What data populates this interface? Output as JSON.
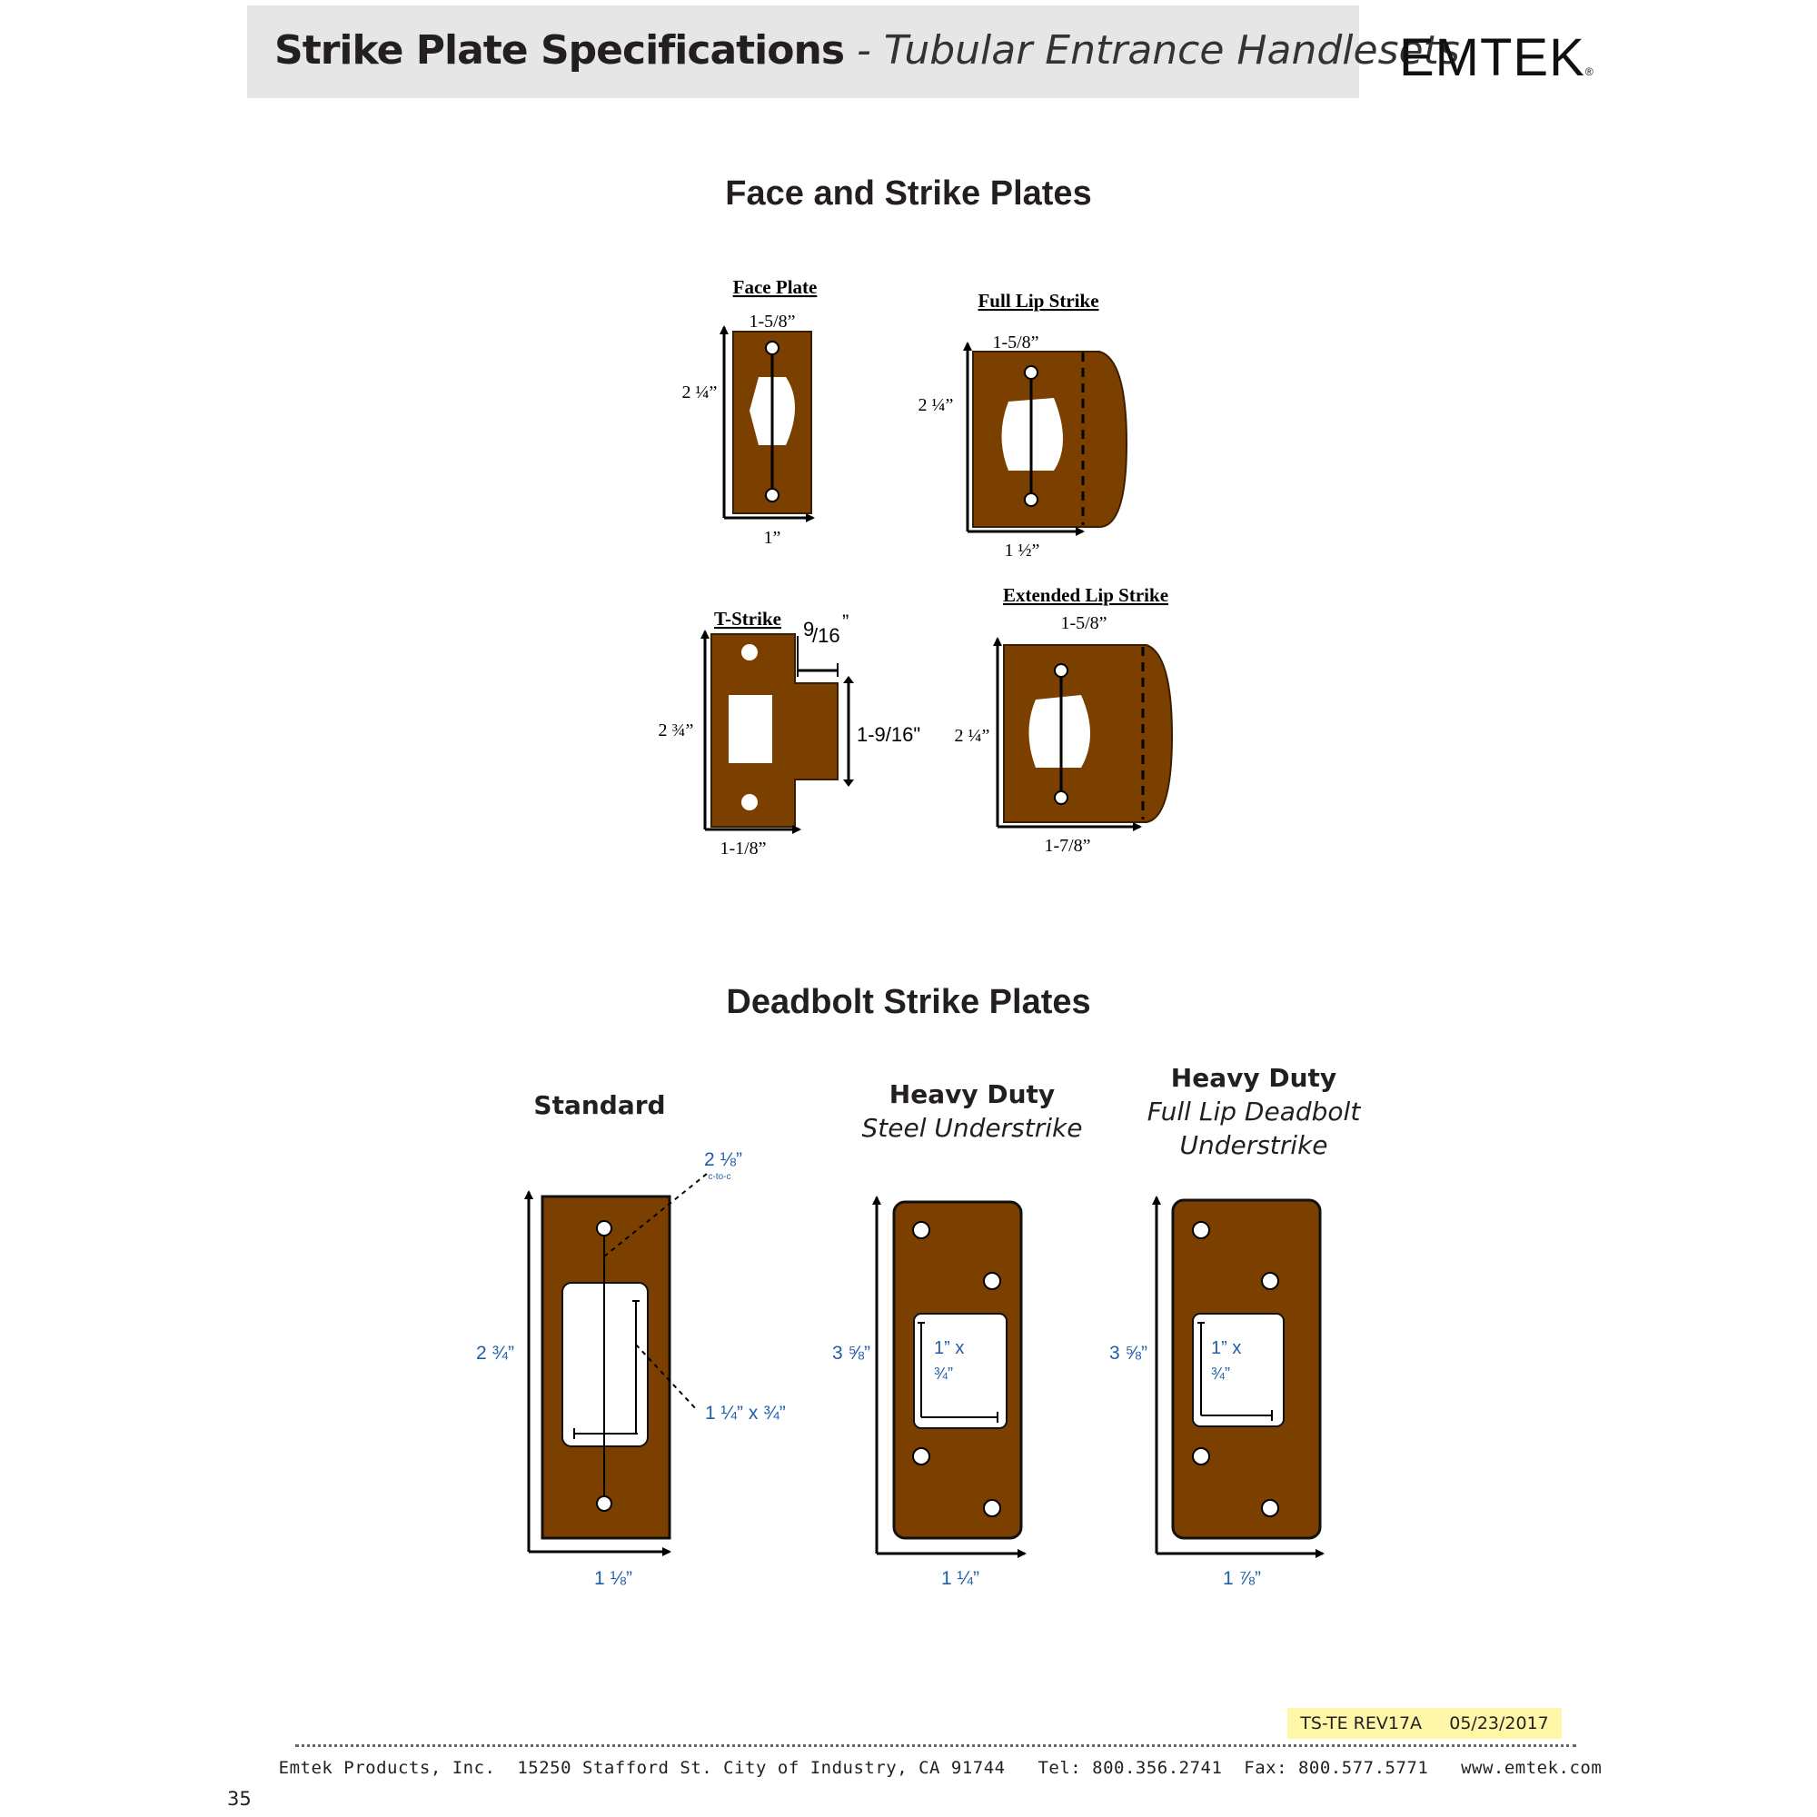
{
  "header": {
    "title_bold": "Strike Plate Specifications",
    "title_italic": " - Tubular Entrance Handlesets",
    "brand": "EMTEK",
    "brand_mark": "®"
  },
  "sections": {
    "face_strike_title": "Face and Strike Plates",
    "deadbolt_title": "Deadbolt Strike Plates"
  },
  "face_plate": {
    "title": "Face Plate",
    "top": "1-5/8”",
    "side": "2 ¼”",
    "bottom": "1”"
  },
  "full_lip": {
    "title": "Full Lip Strike",
    "top": "1-5/8”",
    "side": "2 ¼”",
    "bottom": "1 ½”"
  },
  "t_strike": {
    "title": "T-Strike",
    "lip_num": "9",
    "lip_den": "/16",
    "lip_mark": "”",
    "lip_height": "1-9/16\"",
    "side": "2 ¾”",
    "bottom": "1-1/8”"
  },
  "extended_lip": {
    "title": "Extended Lip Strike",
    "top": "1-5/8”",
    "side": "2 ¼”",
    "bottom": "1-7/8”"
  },
  "standard": {
    "title": "Standard",
    "c2c": "2 ⅛”",
    "c2c_note": "c-to-c",
    "cutout": "1 ¼” x ¾”",
    "side": "2 ¾”",
    "bottom": "1 ⅛”"
  },
  "heavy_duty": {
    "title": "Heavy Duty",
    "subtitle": "Steel Understrike",
    "cut_w": "1” x",
    "cut_h": "¾”",
    "side": "3 ⅝”",
    "bottom": "1 ¼”"
  },
  "heavy_duty_full": {
    "title": "Heavy Duty",
    "subtitle1": "Full Lip Deadbolt",
    "subtitle2": "Understrike",
    "cut_w": "1” x",
    "cut_h": "¾”",
    "side": "3 ⅝”",
    "bottom": "1 ⅞”"
  },
  "revision": {
    "code": "TS-TE REV17A",
    "date": "05/23/2017"
  },
  "footer": {
    "company": "Emtek Products, Inc.",
    "address": "15250 Stafford St. City of Industry, CA 91744",
    "tel": "Tel: 800.356.2741",
    "fax": "Fax: 800.577.5771",
    "web": "www.emtek.com"
  },
  "page_number": "35",
  "colors": {
    "plate": "#7b3f00",
    "dim_blue": "#1f5fa8",
    "header_bg": "#e6e6e7",
    "badge": "#fff6a8"
  }
}
